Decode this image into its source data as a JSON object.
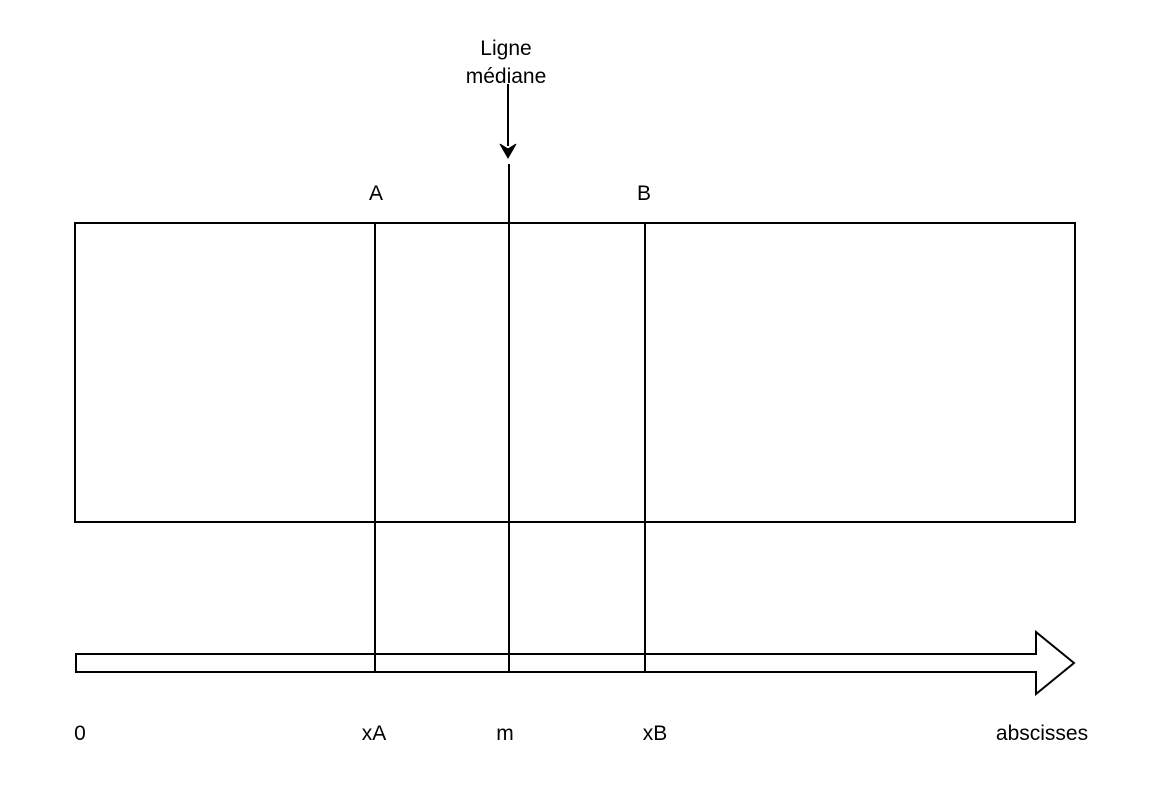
{
  "median_label": {
    "line1": "Ligne",
    "line2": "médiane"
  },
  "points": {
    "a": "A",
    "b": "B"
  },
  "axis": {
    "origin": "0",
    "xa": "xA",
    "m": "m",
    "xb": "xB",
    "name": "abscisses"
  },
  "colors": {
    "stroke": "#000000",
    "fill": "#ffffff"
  }
}
